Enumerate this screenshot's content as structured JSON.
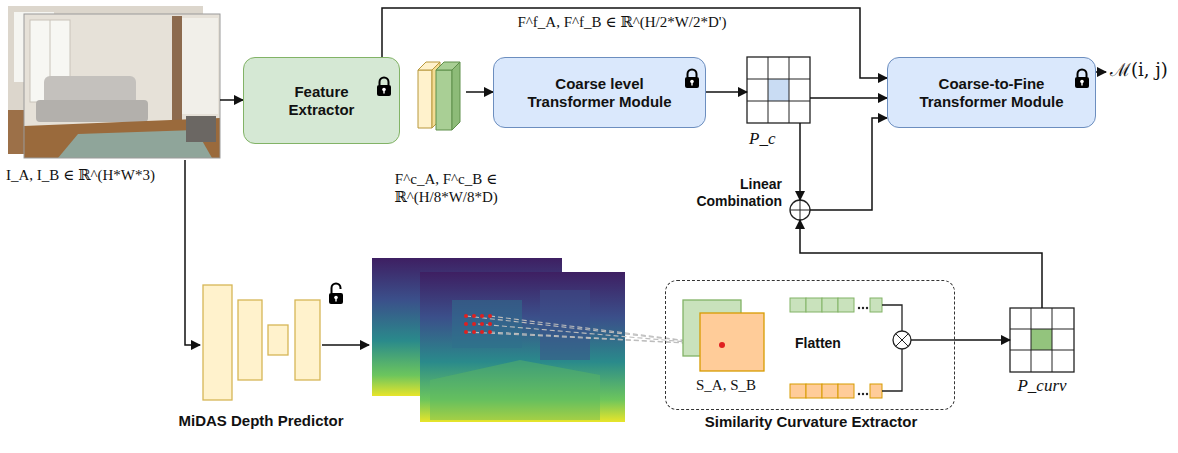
{
  "diagram": {
    "nodes": [
      {
        "text": [
          "I_A, I_B ∈ ℝ^(H*W*3)"
        ]
      },
      {
        "text": [
          "Feature Extractor"
        ]
      },
      {
        "text": [
          "F^c_A, F^c_B ∈ ℝ^(H/8*W/8*D)"
        ]
      },
      {
        "text": [
          "Coarse level Transformer Module"
        ]
      },
      {
        "text": [
          "P_c"
        ]
      },
      {
        "text": [
          "Coarse-to-Fine Transformer Module"
        ]
      },
      {
        "text": [
          "Linear Combination"
        ]
      },
      {
        "text": [
          "MiDAS Depth Predictor"
        ]
      },
      {
        "text": [
          "Similarity Curvature Extractor"
        ]
      },
      {
        "text": [
          "S_A, S_B"
        ],
        "in": 8
      },
      {
        "text": [
          "P_curv"
        ]
      }
    ],
    "edges": [
      {
        "from": 0,
        "to": 1,
        "arrow": "to"
      },
      {
        "from": 2,
        "to": 3,
        "arrow": "to"
      },
      {
        "from": 3,
        "to": 4,
        "arrow": "to"
      },
      {
        "from": 1,
        "to": 5,
        "arrow": "to",
        "label": "F^f_A, F^f_B ∈ ℝ^(H/2*W/2*D')"
      },
      {
        "from": 4,
        "to": 5,
        "arrow": "to"
      },
      {
        "from": 4,
        "to": 6,
        "arrow": "to"
      },
      {
        "from": 6,
        "to": 5,
        "arrow": "to"
      },
      {
        "from": 0,
        "to": 7,
        "arrow": "to"
      },
      {
        "from": 8,
        "to": 10,
        "arrow": "to"
      },
      {
        "from": 10,
        "to": 6,
        "arrow": "to"
      }
    ],
    "labels": [
      "ℳ(i, j)",
      "Flatten"
    ]
  }
}
